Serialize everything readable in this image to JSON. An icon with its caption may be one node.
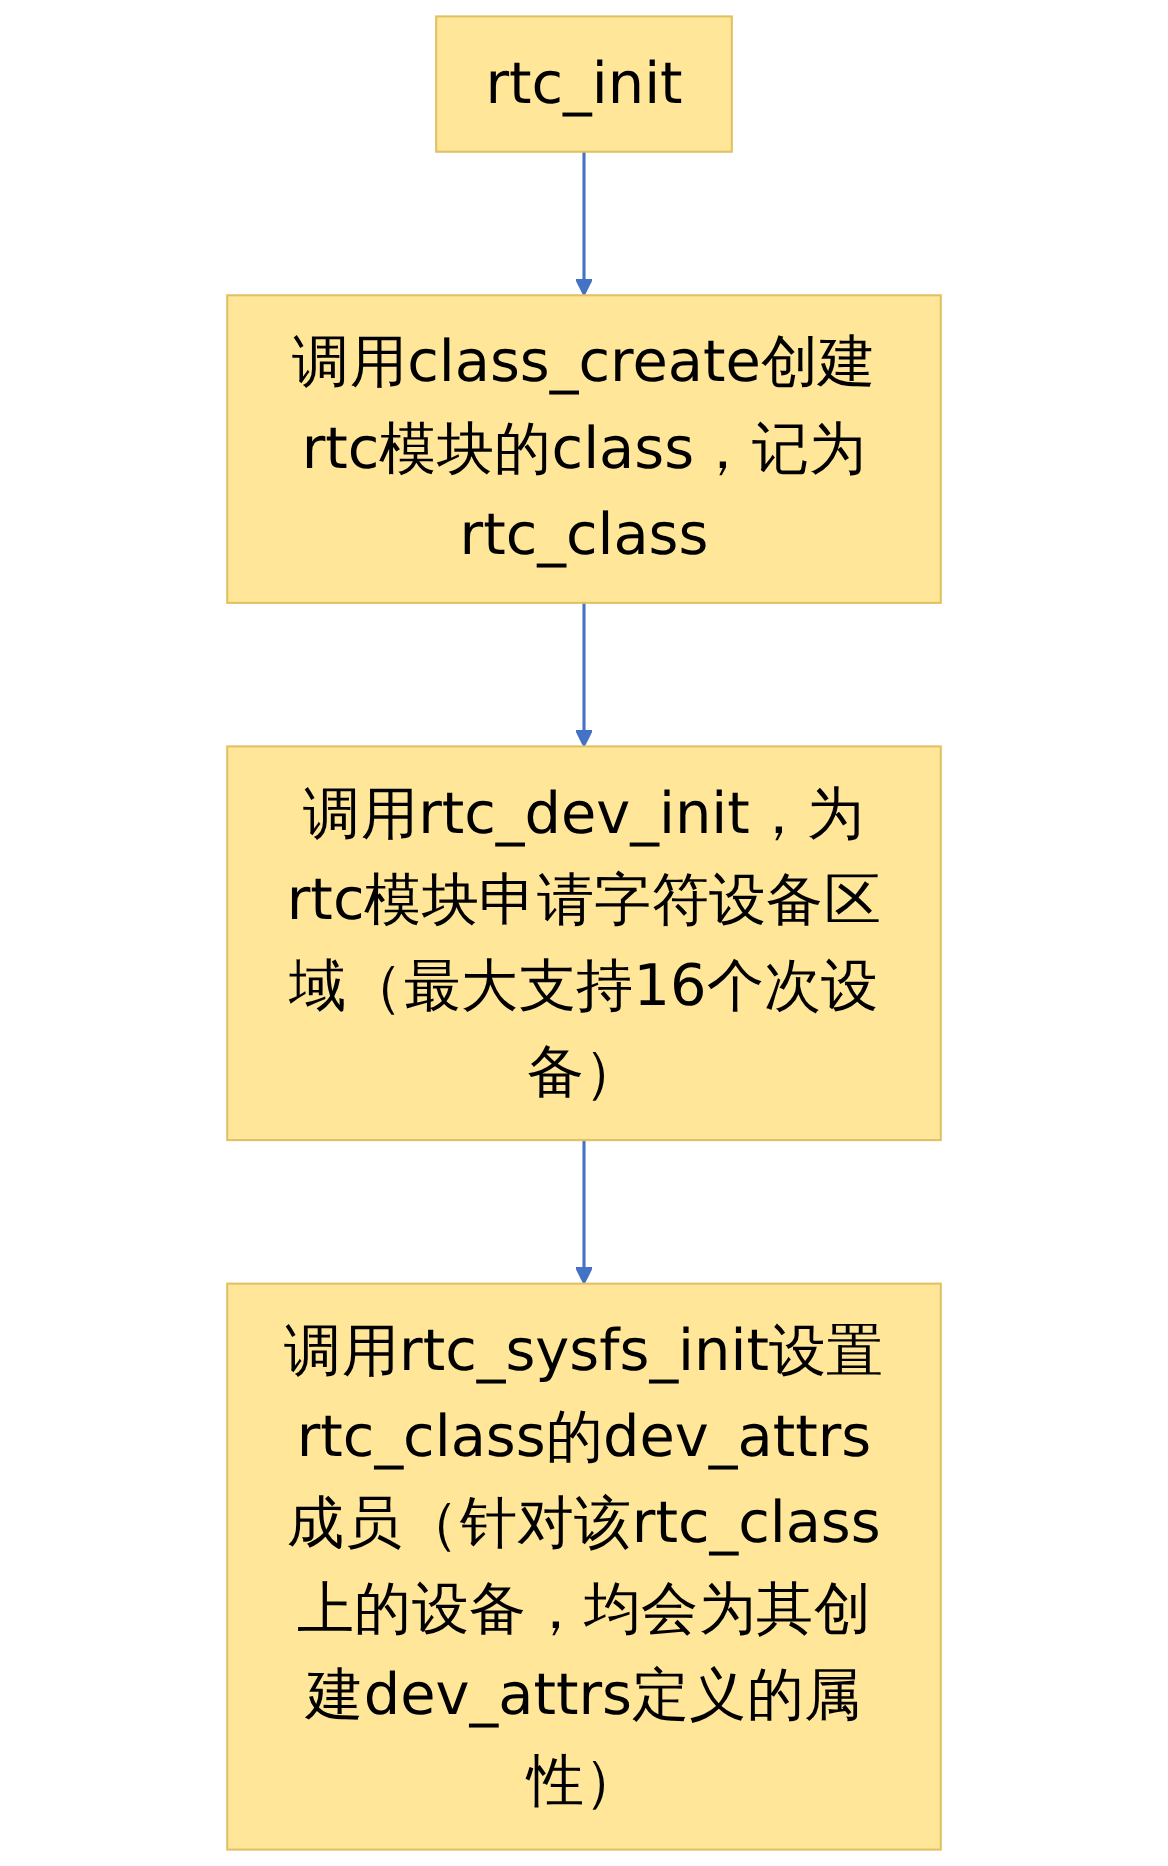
{
  "diagram": {
    "nodes": [
      {
        "text": [
          "rtc_init"
        ]
      },
      {
        "text": [
          "调用class_create创建rtc模块的class，记为rtc_class"
        ]
      },
      {
        "text": [
          "调用rtc_dev_init，为rtc模块申请字符设备区域（最大支持16个次设备）"
        ]
      },
      {
        "text": [
          "调用rtc_sysfs_init设置rtc_class的dev_attrs成员（针对该rtc_class上的设备，均会为其创建dev_attrs定义的属性）"
        ]
      }
    ],
    "edges": [
      {
        "from": 0,
        "to": 1,
        "arrow": "to"
      },
      {
        "from": 1,
        "to": 2,
        "arrow": "to"
      },
      {
        "from": 2,
        "to": 3,
        "arrow": "to"
      }
    ]
  }
}
